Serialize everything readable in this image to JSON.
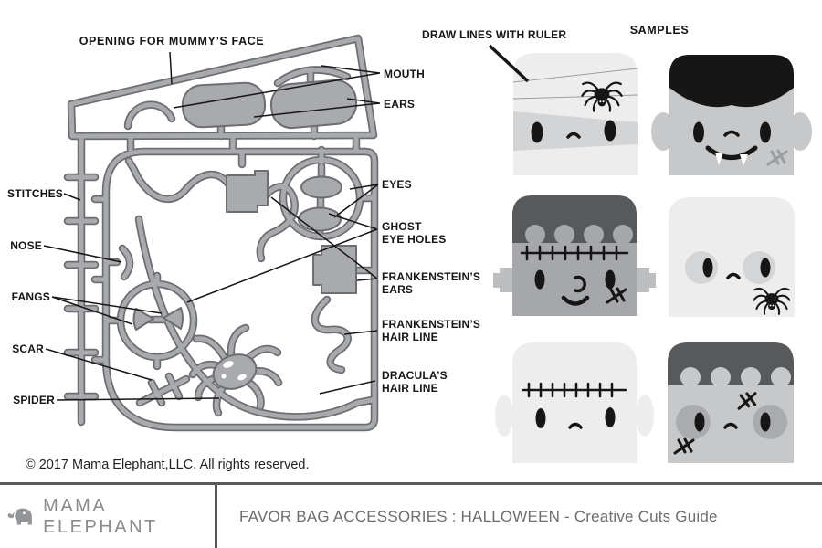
{
  "colors": {
    "die_gray": "#a8aaad",
    "die_outline": "#6d6e71",
    "ink": "#161616",
    "hair_dark": "#58595b",
    "face_light": "#ededee",
    "face_mid": "#c7c8ca",
    "footer_text": "#8a8c8f",
    "title_text": "#6d6e71"
  },
  "diagram": {
    "labels": {
      "opening": "OPENING FOR MUMMY’S FACE",
      "mouth": "MOUTH",
      "ears": "EARS",
      "eyes": "EYES",
      "ghost_eye_holes_l1": "GHOST",
      "ghost_eye_holes_l2": "EYE HOLES",
      "frankensteins_ears_l1": "FRANKENSTEIN’S",
      "frankensteins_ears_l2": "EARS",
      "frankensteins_hair_l1": "FRANKENSTEIN’S",
      "frankensteins_hair_l2": "HAIR LINE",
      "draculas_hair_l1": "DRACULA’S",
      "draculas_hair_l2": "HAIR LINE",
      "stitches": "STITCHES",
      "nose": "NOSE",
      "fangs": "FANGS",
      "scar": "SCAR",
      "spider": "SPIDER"
    }
  },
  "samples": {
    "heading": "SAMPLES",
    "draw_lines": "DRAW LINES WITH RULER",
    "faces": [
      {
        "name": "mummy"
      },
      {
        "name": "dracula"
      },
      {
        "name": "frankenstein"
      },
      {
        "name": "ghost"
      },
      {
        "name": "stitched-face"
      },
      {
        "name": "frankenstein-variant"
      }
    ]
  },
  "copyright": "© 2017 Mama Elephant,LLC. All rights reserved.",
  "footer": {
    "brand": "MAMA ELEPHANT",
    "title": "FAVOR BAG ACCESSORIES : HALLOWEEN - Creative Cuts Guide"
  }
}
